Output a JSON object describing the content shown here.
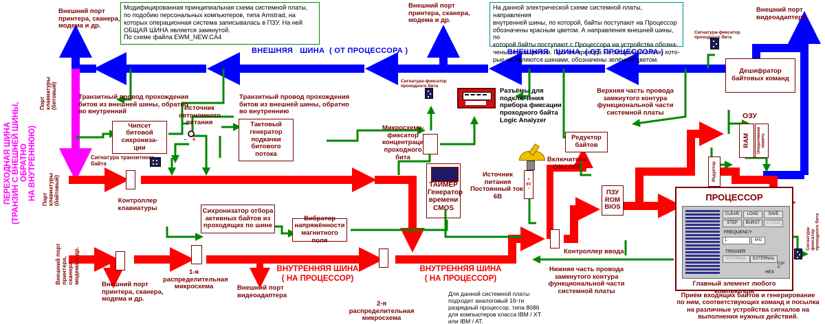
{
  "notes": {
    "top_left": "Модифицированная принципиальная схема системной платы,\nпо подобию персональных компьютеров, типа Amstrad, на\nкоторых операционная система записывалась в ПЗУ. На ней\nОБЩАЯ ШИНА является замкнутой.\nПо схеме файла EWM_NEW.CA4",
    "top_right": "На данной электрической схеме системной платы, направления\nвнутренней шины, по которой, байты поступают на Процессор\nобозначены красным цветом. А направления внешней шины, по\nкоторой байты поступают с Процессора на устройства обозна-\nчены синим цветом. Прочие провода на системной плате, кото-\nрые не являются шинами, обозначены зелёным цветом.",
    "bottom_center": "Для данной системной платы\nподходит аналоговый 16-ти\nразрядный процессор, типа 8086\nдля компьютеров класса IBM / XT\nили  IBM / AT.",
    "bottom_right": "Приём входящих байтов и генерирование\nпо ним, соответствующих команд и посылка\nна различные устройства сигналов на\nвыполнения нужных действий."
  },
  "buses": {
    "external_1": "ВНЕШНЯЯ   ШИНА  ( ОТ ПРОЦЕССОРА )",
    "external_2": "ВНЕШНЯЯ   ШИНА  ( ОТ ПРОЦЕССОРА )",
    "internal_1": "ВНУТРЕННЯЯ  ШИНА\n( НА ПРОЦЕССОР)",
    "internal_2": "ВНУТРЕННЯЯ  ШИНА\n( НА ПРОЦЕССОР)",
    "transit": "ПЕРЕХОДНАЯ ШИНА\n(ТРАНЗИН С ВНЕШНЕЙ ШИНЫ, ОБРАТНО\nНА ВНУТРЕННЮЮ)"
  },
  "ports": {
    "ext_port_top_left": "Внешний порт\nпринтера, сканера,\nмодема и др.",
    "ext_port_top_center": "Внешний порт\nпринтера, сканера,\nмодема и др.",
    "video_port_top_right": "Внешний порт\nвидеоадаптера",
    "keyboard_port_bitwise": "Порт\nклавиатуры\n(битовый)",
    "keyboard_port_bytewise": "Порт\nклавиатуры\n(байтовый)",
    "ext_port_left": "Внешний порт\nпринтера, сканера\nмодема и др.",
    "ext_port_bottom_left": "Внешний порт\nпринтера, сканера,\nмодема и др.",
    "video_port_bottom": "Внешний порт\nвидеоадаптера"
  },
  "labels": {
    "transit_wire_1": "Транзитный провод прохождения\nбитов из внешней шины, обратно\nво внутренний",
    "transit_wire_2": "Транзитный провод прохождения\nбитов из внешней шины, обратно\nво внутреннию",
    "autonomous_power": "Источник\nавтономного\nпитания",
    "signature_transit": "Сигнатура транзитного\nбайта",
    "signature_passing": "Сигнатура-фиксатор\nпроходного бита",
    "signature_passing_right": "Сигнатура-фиксатор\nпроходного бита",
    "signature_cpu": "Сигнатура-фиксатор\nпроходного бита",
    "connectors": "Разъёмы для\nподключения\nприбора фиксации\nпроходного байта\nLogic Analyzer",
    "upper_loop": "Верхняя часть провода\nзамкнутого контура\nфункциональной части\nсистемной платы",
    "lower_loop": "Нижняя часть провода\nзамкнутого контура\nфункциональной части\nсистемной платы",
    "power_source": "Источник питания\nПостоянный ток:\n6В",
    "switch": "Включатель\nON / OFF",
    "timer": "ТАЙМЕР\nГенератор\nвремени\nCMOS",
    "keyboard_controller": "Контроллер\nклавиатуры",
    "input_controller": "Контроллер ввода",
    "distributor_1": "1-я распределительная\nмикросхема",
    "distributor_2": "2-я распределительная\nмикросхема",
    "ozu": "ОЗУ",
    "ram_side": "Оперативная\nпамять",
    "reductor_side": "Редуктор",
    "volt_plus": "+",
    "volt_value": "6V",
    "volt_minus": "-"
  },
  "blocks": {
    "chipset": "Чипсет\nбитовой\nсихрониза-\nции",
    "clock_gen": "Тактовый\nгенератор\nподкачки\nбитового\nпотока",
    "fixator_chip": "Микросхема-\nфиксатор\nконцентрации\nпроходного\nбита",
    "byte_reducer": "Редуктор\nбайтов",
    "decoder": "Дешифратор\nбайтовых команд",
    "rom": "ПЗУ\nROM\nBIOS",
    "ram": "RAM",
    "sync": "Сихронизатор отбора\nактивных байтов из\nпроходящих по шине",
    "vibrator": "Вибратор\nнапряжённости\nмагнитного поля"
  },
  "cpu": {
    "title": "ПРОЦЕССОР",
    "caption": "Главный элемент любого компьютера",
    "buttons": [
      "CLEAR",
      "LOAD",
      "SAVE",
      "STEP",
      "BURST",
      "CYCLE"
    ],
    "frequency_label": "FREQUENCY",
    "frequency_value": "1",
    "frequency_unit": "kHz",
    "trigger": "TRIGGER",
    "internal": "INTERNAL",
    "external": "EXTERNAL",
    "hex": "HEX",
    "cyc": "Cyc\n0"
  },
  "colors": {
    "internal_bus": "#ff0000",
    "external_bus": "#0000ff",
    "transit_bus": "#ff00ff",
    "other_wires": "#008800",
    "label_text": "#7a0000"
  }
}
